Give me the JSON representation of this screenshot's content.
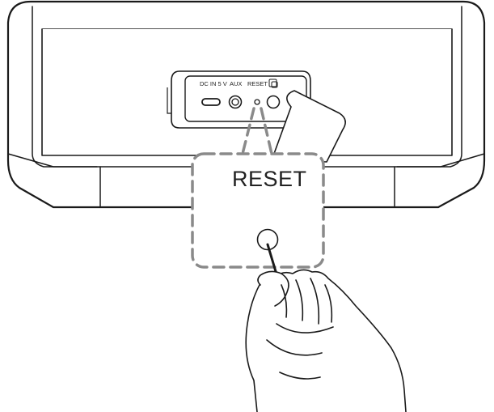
{
  "ports": {
    "dc_in_label": "DC IN 5 V",
    "aux_label": "AUX",
    "reset_label": "RESET",
    "bluetooth_icon": "bluetooth-pair-icon"
  },
  "callout": {
    "label": "RESET"
  },
  "icons": {
    "pin": "reset-pin-icon",
    "hand": "hand-icon"
  }
}
